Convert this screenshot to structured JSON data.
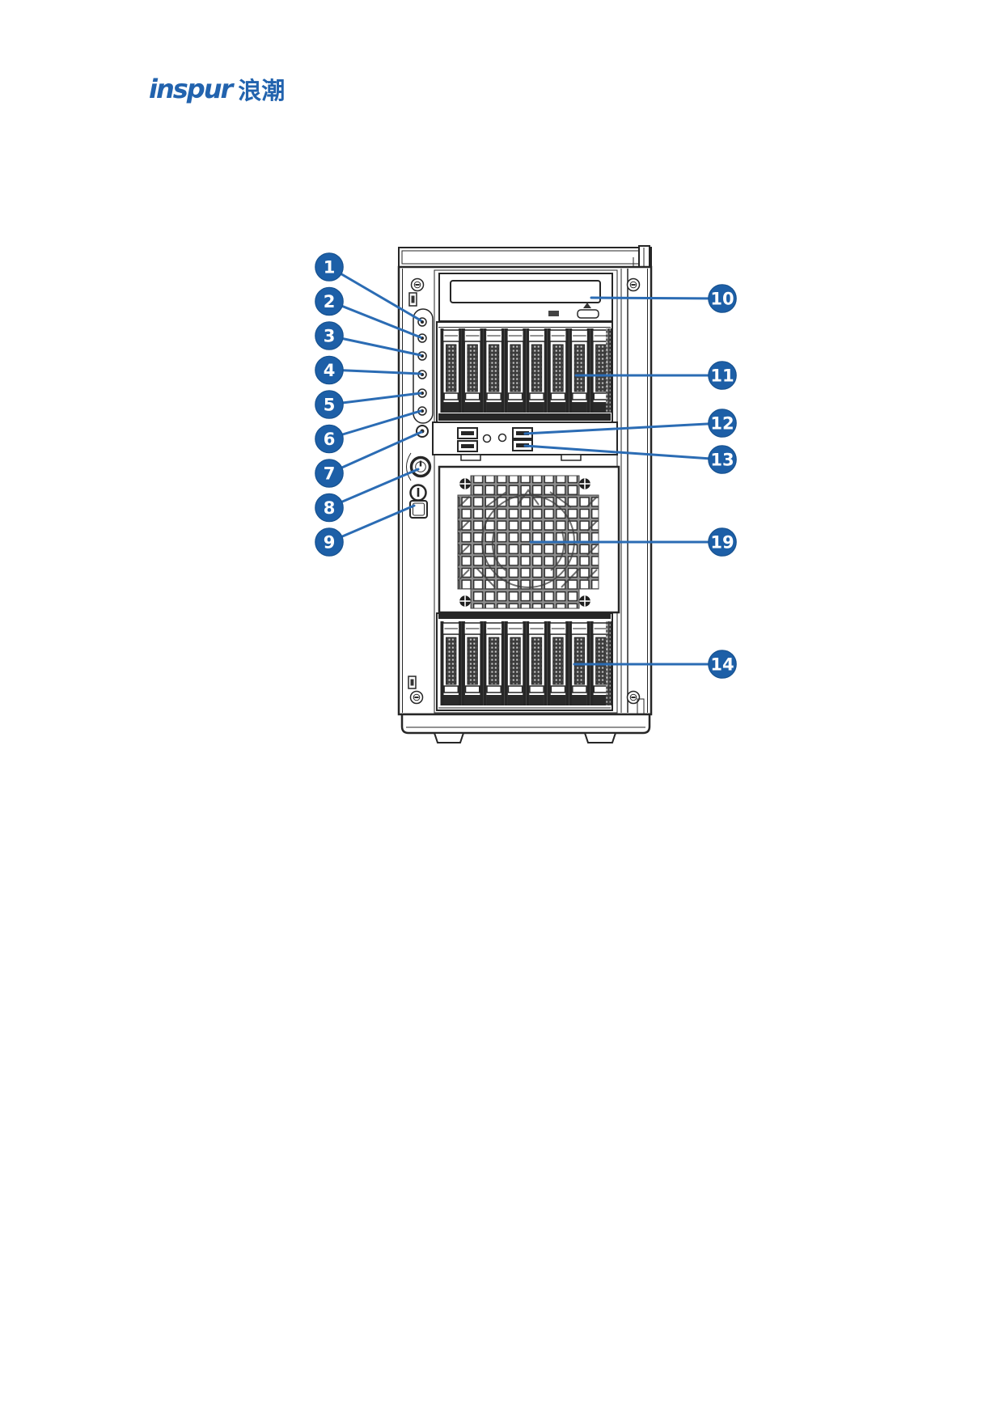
{
  "colors": {
    "accent": "#1d5fa7",
    "accent-line": "#2b6cb4",
    "ink": "#262626",
    "page-bg": "#ffffff",
    "logo-blue": "#2263ae"
  },
  "logo": {
    "brand": "inspur",
    "cjk": "浪潮"
  },
  "figure": {
    "description": "tower-server-front-panel-diagram",
    "callouts_left": [
      "1",
      "2",
      "3",
      "4",
      "5",
      "6",
      "7",
      "8",
      "9"
    ],
    "callouts_right": [
      "10",
      "11",
      "12",
      "13",
      "19",
      "14"
    ]
  }
}
